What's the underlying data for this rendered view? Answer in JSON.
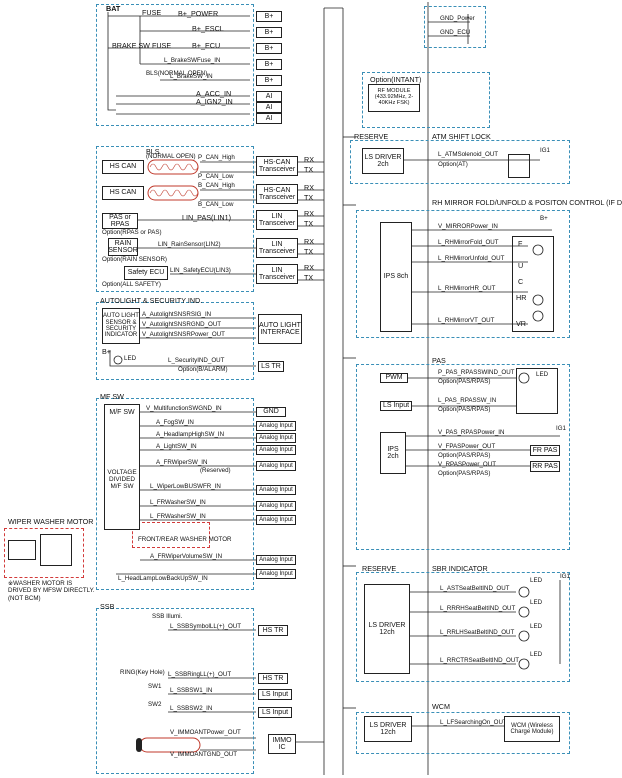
{
  "left": {
    "bat": {
      "label": "BAT",
      "fuse": "FUSE",
      "brake_fuse": "BRAKE SW FUSE",
      "bls": "BLS(NORMAL OPEN)",
      "signals": [
        "B+_POWER",
        "B+_ESCL",
        "B+_ECU",
        "L_BrakeSWFuse_IN",
        "L_BrakeSW_IN",
        "A_ACC_IN",
        "A_IGN2_IN"
      ],
      "outs": [
        "B+",
        "B+",
        "B+",
        "B+",
        "B+",
        "AI",
        "AI",
        "AI"
      ]
    },
    "can": {
      "bls": "BLS",
      "bls_sub": "(NORMAL OPEN)",
      "hs_can": "HS CAN",
      "signals": [
        "P_CAN_High",
        "P_CAN_Low",
        "B_CAN_High",
        "B_CAN_Low"
      ],
      "transceiver": "HS-CAN Transceiver",
      "rx": "RX",
      "tx": "TX",
      "pas": "PAS or RPAS",
      "pas_opt": "Option(RPAS or PAS)",
      "lin_pas": "LIN_PAS(LIN1)",
      "rain": "RAIN SENSOR",
      "rain_sig": "LIN_RainSensor(LIN2)",
      "rain_opt": "Option(RAIN SENSOR)",
      "safety": "Safety ECU",
      "safety_sig": "LIN_SafetyECU(LIN3)",
      "safety_opt": "Option(ALL SAFETY)",
      "lin_trx": "LIN Transceiver"
    },
    "autolight": {
      "header": "AUTOLIGHT & SECURITY IND.",
      "sensor": "AUTO LIGHT SENSOR & SECURITY INDICATOR",
      "signals": [
        "A_AutolightSNSRSIG_IN",
        "V_AutolightSNSRGND_OUT",
        "V_AutolightSNSRPower_OUT"
      ],
      "interface": "AUTO LIGHT INTERFACE",
      "bplus": "B+",
      "led": "LED",
      "security_sig": "L_SecurityIND_OUT",
      "security_opt": "Option(B/ALARM)",
      "lstr": "LS TR"
    },
    "mfsw": {
      "header": "MF SW",
      "mfsw": "M/F SW",
      "divided": "VOLTAGE DIVIDED M/F SW",
      "signals": [
        "V_MultifunctionSWGND_IN",
        "A_FogSW_IN",
        "A_HeadlampHighSW_IN",
        "A_LightSW_IN",
        "A_FRWiperSW_IN",
        "(Reserved)",
        "L_WiperLowBUSWFR_IN",
        "L_FRWasherSW_IN",
        "L_FRWasherSW_IN",
        "A_FRWiperVolumeSW_IN",
        "L_HeadLampLowBackUpSW_IN"
      ],
      "gnd": "GND",
      "analog": "Analog Input",
      "washer": "FRONT/REAR WASHER MOTOR"
    },
    "wiper": {
      "title": "WIPER WASHER MOTOR",
      "note": "※WASHER MOTOR IS DRIVED BY MFSW DIRECTLY.(NOT BCM)"
    },
    "ssb": {
      "header": "SSB",
      "ssb_illum": "SSB Illumi.",
      "ring": "RING(Key Hole)",
      "sw1": "SW1",
      "sw2": "SW2",
      "signals": [
        "L_SSBSymbolLL(+)_OUT",
        "L_SSBRingLL(+)_OUT",
        "L_SSBSW1_IN",
        "L_SSBSW2_IN",
        "V_IMMOANTPower_OUT",
        "V_IMMOANTGND_OUT"
      ],
      "outs": [
        "HS TR",
        "HS TR",
        "LS Input",
        "LS Input",
        "IMMO IC"
      ]
    }
  },
  "right": {
    "gnd": {
      "signals": [
        "GND_Power",
        "GND_ECU"
      ]
    },
    "option_intant": {
      "title": "Option(INTANT)",
      "module": "RF MODULE (433.92MHz, 2-40KHz FSK)"
    },
    "reserve_atm": {
      "reserve": "RESERVE",
      "header": "ATM SHIFT LOCK",
      "driver": "LS DRIVER 2ch",
      "signal": "L_ATMSolenoid_OUT",
      "opt": "Option(AT)",
      "ig1": "IG1"
    },
    "mirror": {
      "header": "RH MIRROR FOLD/UNFOLD & POSITON CONTROL (IF DRIVER DAU APPLIED & IMS)",
      "bplus": "B+",
      "ips": "IPS 8ch",
      "signals": [
        "V_MIRRORPower_IN",
        "L_RHMirrorFold_OUT",
        "L_RHMirrorUnfold_OUT",
        "L_RHMirrorHR_OUT",
        "L_RHMirrorVT_OUT"
      ],
      "letters": [
        "F",
        "U",
        "C",
        "HR",
        "VR"
      ]
    },
    "pas": {
      "header": "PAS",
      "pwm": "PWM",
      "ls_input": "LS Input",
      "ips": "IPS 2ch",
      "signals": [
        "P_PAS_RPASSWIND_OUT",
        "Option(PAS/RPAS)",
        "L_PAS_RPASSW_IN",
        "Option(PAS/RPAS)",
        "V_PAS_RPASPower_IN",
        "V_FPASPower_OUT",
        "Option(PAS/RPAS)",
        "V_RPASPower_OUT",
        "Option(PAS/RPAS)"
      ],
      "led": "LED",
      "ig1": "IG1",
      "fr_pas": "FR PAS",
      "rr_pas": "RR PAS"
    },
    "sbr": {
      "reserve": "RESERVE",
      "header": "SBR INDICATOR",
      "driver": "LS DRIVER 12ch",
      "ig1": "IG1",
      "signals": [
        "L_ASTSeatBeltIND_OUT",
        "L_RRRHSeatBeltIND_OUT",
        "L_RRLHSeatBeltIND_OUT",
        "L_RRCTRSeatBeltIND_OUT"
      ],
      "led": "LED"
    },
    "wcm": {
      "header": "WCM",
      "driver": "LS DRIVER 12ch",
      "signal": "L_LFSearchingOn_OUT",
      "module": "WCM (Wireless Charge Module)"
    }
  },
  "colors": {
    "dash_blue": "#3a8fb7",
    "dash_red": "#d23a3a",
    "coil_red": "#c0392b"
  }
}
